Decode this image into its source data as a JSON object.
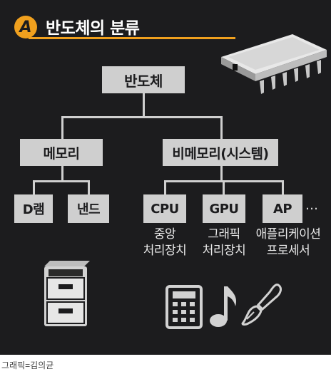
{
  "title": {
    "badge": "A",
    "text": "반도체의 분류"
  },
  "root": "반도체",
  "level1": {
    "memory": "메모리",
    "non_memory": "비메모리(시스템)"
  },
  "memory_children": [
    "D램",
    "낸드"
  ],
  "non_memory_children": [
    "CPU",
    "GPU",
    "AP"
  ],
  "ellipsis": "…",
  "descriptions": {
    "cpu": "중앙\n처리장치",
    "gpu": "그래픽\n처리장치",
    "ap": "애플리케이션\n프로세서"
  },
  "icons": [
    "chip-icon",
    "file-cabinet-icon",
    "calculator-icon",
    "music-note-icon",
    "paintbrush-icon"
  ],
  "colors": {
    "background": "#1c1c1e",
    "accent": "#f0a01e",
    "box": "#cfcfcf"
  },
  "caption": "그래픽=김의균"
}
